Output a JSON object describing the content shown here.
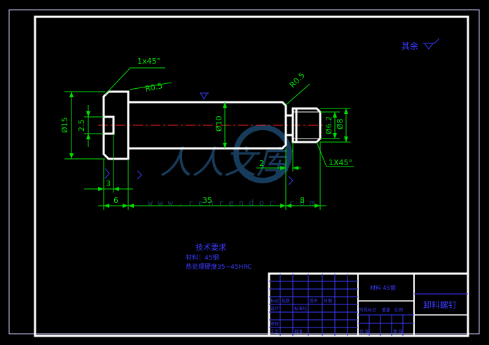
{
  "roughness_note": "其余",
  "dimensions": {
    "chamfer_left": "1x45°",
    "radius_left": "R0.5",
    "radius_right": "R0.5",
    "dia_head": "Ø15",
    "slot_depth": "2.5",
    "dia_shank": "Ø10",
    "dia_thread_root": "Ø6.2",
    "dia_thread": "Ø8",
    "groove_width": "2",
    "chamfer_right": "1X45°",
    "slot_width": "3",
    "head_len": "6",
    "shank_len": "35",
    "thread_len": "8"
  },
  "watermark": {
    "logo_text": "人人文库",
    "url": "w w w . r e n r e n d o c . c o m"
  },
  "tech_requirements": {
    "title": "技术要求",
    "material": "材料：45钢",
    "heat_treatment": "热处理硬度35~45HRC"
  },
  "title_block": {
    "material_cell": "材料 45钢",
    "part_name": "卸料螺钉",
    "row_labels": [
      "标记",
      "处数",
      "设计",
      "审核",
      "工艺"
    ],
    "row_labels_2": [
      "阶段标记",
      "重量",
      "比例",
      "共 张",
      "第 张"
    ],
    "misc": [
      "标准化",
      "批准",
      "日期",
      "签名"
    ]
  },
  "colors": {
    "background": "#000000",
    "outline": "#ffffff",
    "dimension": "#00e000",
    "annotation": "#3a3aff",
    "centerline": "#ff2020",
    "watermark": "#1f4f7a"
  }
}
